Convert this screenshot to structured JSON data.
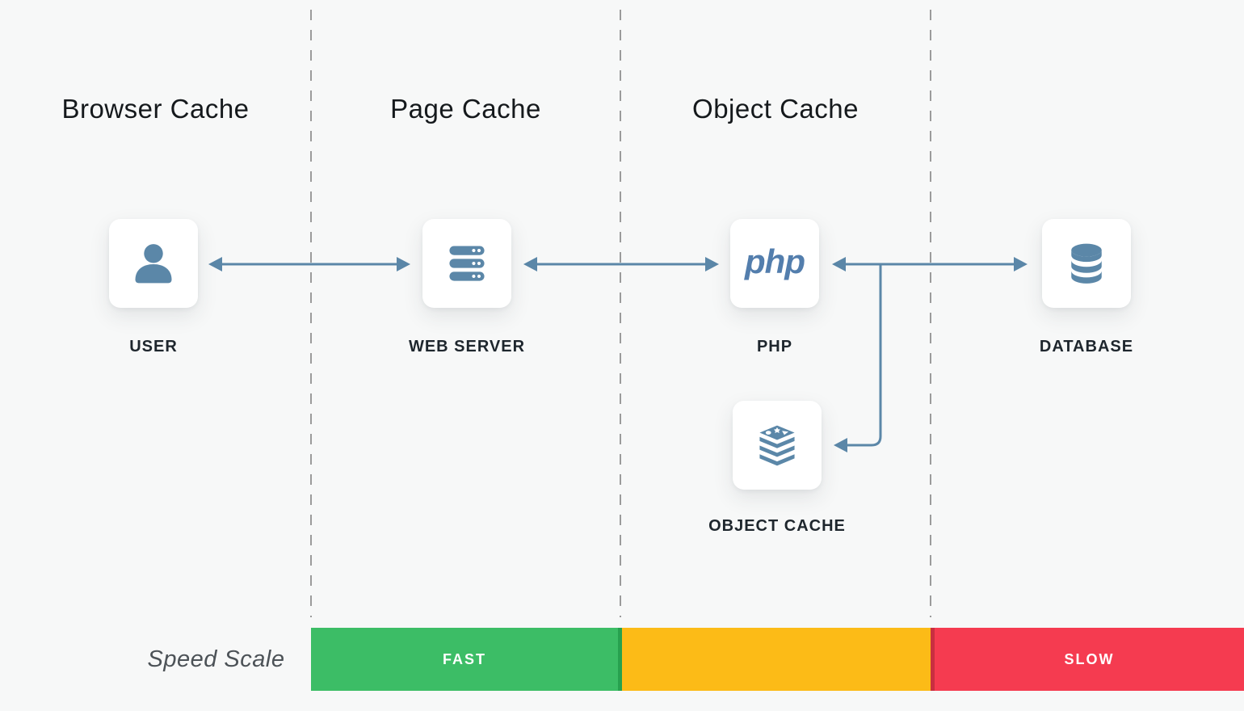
{
  "headers": {
    "browser_cache": "Browser Cache",
    "page_cache": "Page Cache",
    "object_cache": "Object Cache"
  },
  "nodes": {
    "user": {
      "label": "USER",
      "icon": "user-icon"
    },
    "web_server": {
      "label": "WEB SERVER",
      "icon": "server-icon"
    },
    "php": {
      "label": "PHP",
      "logo_text": "php",
      "icon": "php-logo"
    },
    "database": {
      "label": "DATABASE",
      "icon": "database-icon"
    },
    "object_cache": {
      "label": "OBJECT CACHE",
      "icon": "redis-cache-icon"
    }
  },
  "connections": [
    {
      "from": "user",
      "to": "web_server",
      "bidirectional": true
    },
    {
      "from": "web_server",
      "to": "php",
      "bidirectional": true
    },
    {
      "from": "php",
      "to": "database",
      "bidirectional": true
    },
    {
      "from": "php_database_link",
      "to": "object_cache",
      "bidirectional": false
    }
  ],
  "speed_scale": {
    "label": "Speed Scale",
    "segments": [
      {
        "label": "FAST",
        "color": "#3cbd66",
        "divider_color": "#27a14f"
      },
      {
        "label": "",
        "color": "#fcbb17",
        "divider_color": ""
      },
      {
        "label": "SLOW",
        "color": "#f53b50",
        "divider_color": "#c92f40"
      }
    ]
  },
  "colors": {
    "background": "#f7f8f8",
    "accent_blue": "#5b87a8",
    "dashed_line": "#9b9b9b",
    "header_text": "#15191c",
    "label_text": "#1e262d",
    "card_background": "#ffffff"
  }
}
